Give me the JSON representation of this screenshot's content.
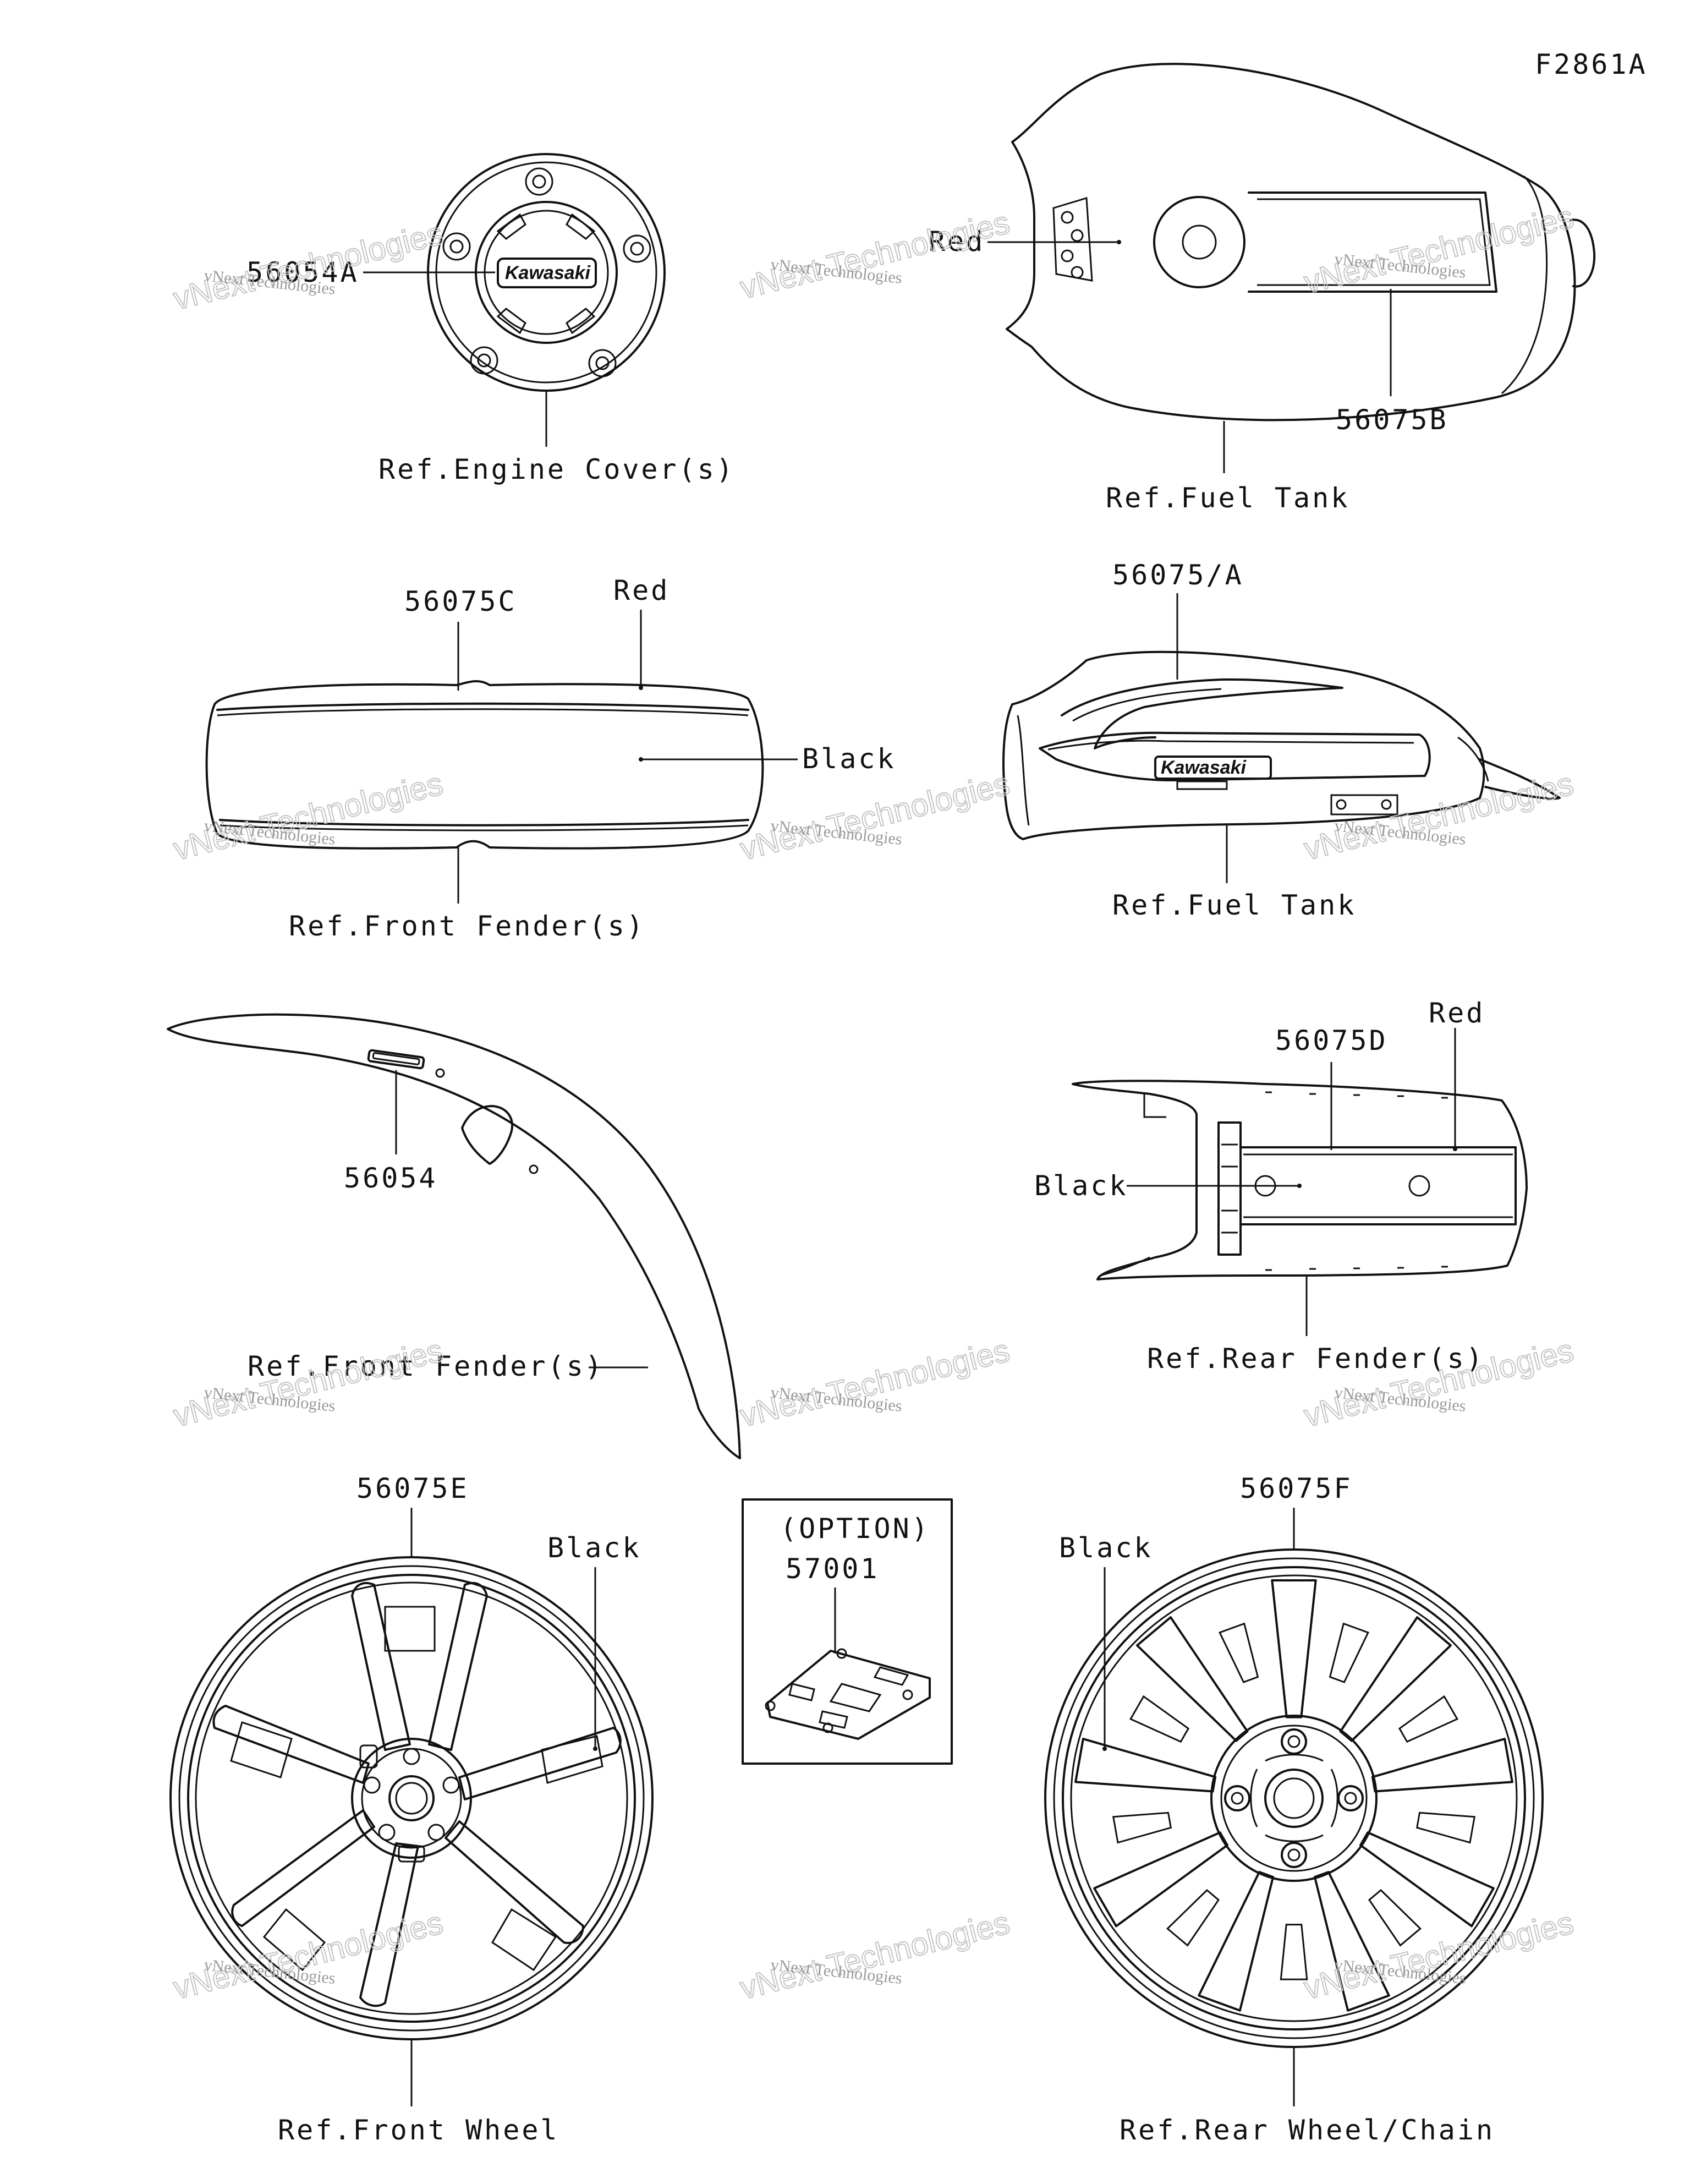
{
  "figure_code": "F2861A",
  "labels": {
    "engine_cover_part": "56054A",
    "engine_cover_ref": "Ref.Engine Cover(s)",
    "engine_cover_logo": "Kawasaki",
    "tank_top_color": "Red",
    "tank_top_part": "56075B",
    "tank_top_ref": "Ref.Fuel Tank",
    "front_fender_top_part": "56075C",
    "front_fender_top_red": "Red",
    "front_fender_top_black": "Black",
    "front_fender_top_ref": "Ref.Front Fender(s)",
    "tank_side_part": "56075/A",
    "tank_side_ref": "Ref.Fuel Tank",
    "tank_side_logo": "Kawasaki",
    "front_fender_side_part": "56054",
    "front_fender_side_ref": "Ref.Front Fender(s)",
    "rear_fender_part": "56075D",
    "rear_fender_red": "Red",
    "rear_fender_black": "Black",
    "rear_fender_ref": "Ref.Rear Fender(s)",
    "front_wheel_part": "56075E",
    "front_wheel_black": "Black",
    "front_wheel_ref": "Ref.Front Wheel",
    "option_title": "(OPTION)",
    "option_part": "57001",
    "rear_wheel_part": "56075F",
    "rear_wheel_black": "Black",
    "rear_wheel_ref": "Ref.Rear Wheel/Chain"
  },
  "watermark": {
    "line1": "vNext Technologies",
    "line2": "vNext Technologies"
  }
}
